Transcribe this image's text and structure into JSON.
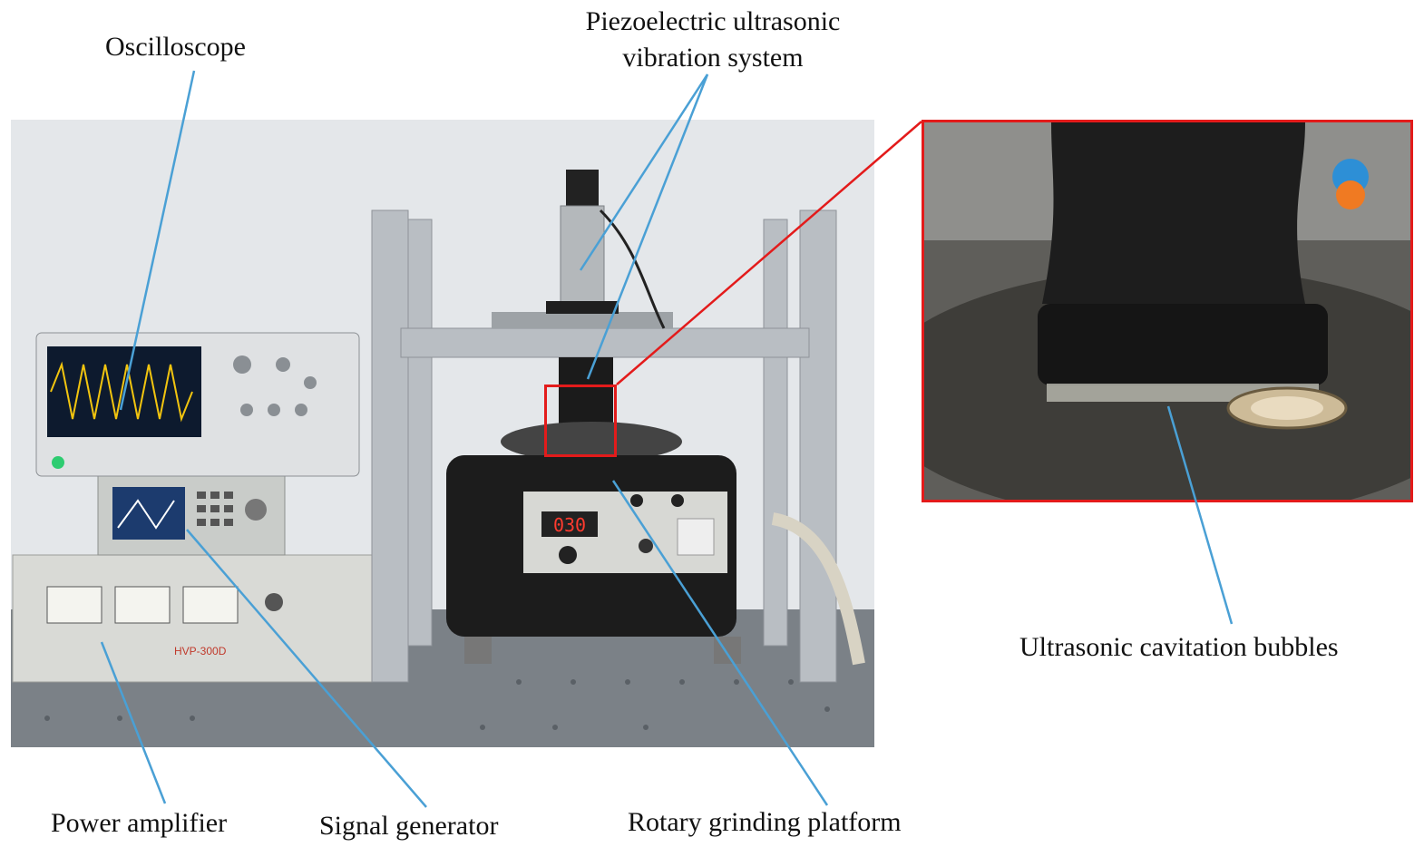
{
  "labels": {
    "oscilloscope": "Oscilloscope",
    "piezo_line1": "Piezoelectric ultrasonic",
    "piezo_line2": "vibration system",
    "bubbles": "Ultrasonic cavitation bubbles",
    "power_amplifier": "Power amplifier",
    "signal_generator": "Signal generator",
    "rotary_platform": "Rotary grinding platform"
  },
  "device_text": {
    "display_value": "030",
    "amplifier_model": "HVP-300D"
  },
  "colors": {
    "leader_line": "#4aa0d5",
    "highlight_box": "#e31b1b",
    "display_red": "#ff3b2f"
  }
}
